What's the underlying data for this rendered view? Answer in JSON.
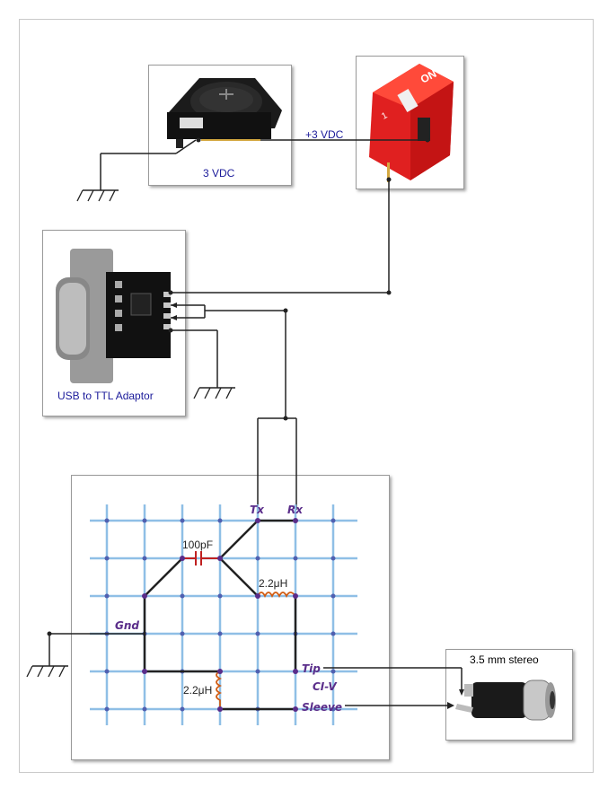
{
  "battery": {
    "caption": "3 VDC"
  },
  "wire_label": "+3 VDC",
  "switch": {
    "text": "ON",
    "mark": "1"
  },
  "adaptor": {
    "caption": "USB to TTL Adaptor"
  },
  "circuit": {
    "tx": "Tx",
    "rx": "Rx",
    "gnd": "Gnd",
    "tip": "Tip",
    "civ": "CI-V",
    "sleeve": "Sleeve",
    "cap": "100pF",
    "ind_top": "2.2μH",
    "ind_bottom": "2.2μH"
  },
  "jack": {
    "caption": "3.5 mm stereo"
  }
}
